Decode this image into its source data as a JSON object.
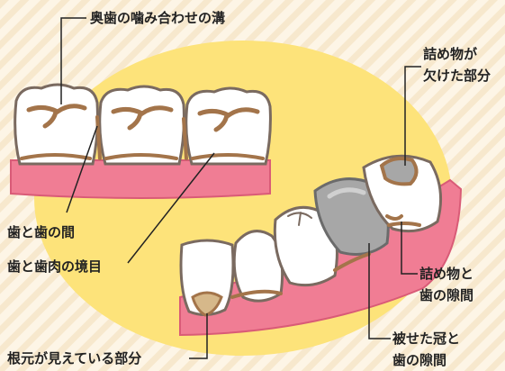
{
  "colors": {
    "background": "#fdf5e6",
    "stripes": "#f7e8cd",
    "oval": "#fde37a",
    "gum": "#f07d94",
    "gum_dark": "#d95b77",
    "tooth": "#ffffff",
    "tooth_outline": "#7a6a60",
    "stain": "#a3744a",
    "crown": "#a7a7a7",
    "leader": "#222222"
  },
  "labels": {
    "groove": "奥歯の噛み合わせの溝",
    "chipped_line1": "詰め物が",
    "chipped_line2": "欠けた部分",
    "between_teeth": "歯と歯の間",
    "gum_boundary": "歯と歯肉の境目",
    "filling_gap_line1": "詰め物と",
    "filling_gap_line2": "歯の隙間",
    "crown_gap_line1": "被せた冠と",
    "crown_gap_line2": "歯の隙間",
    "exposed_root": "根元が見えている部分"
  }
}
